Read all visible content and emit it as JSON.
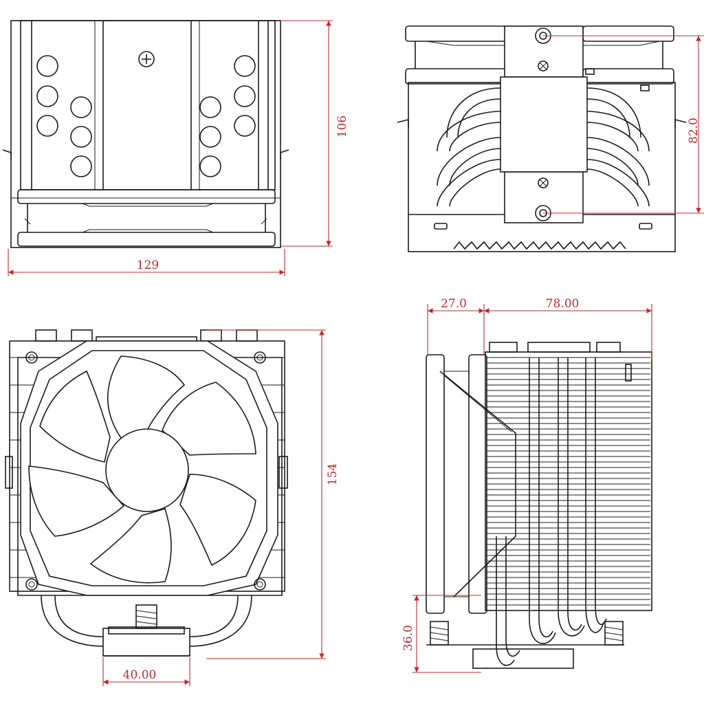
{
  "colors": {
    "line": "#1a1a1a",
    "dimension": "#c0282d",
    "background": "#ffffff"
  },
  "dimensions": {
    "front_width": "129",
    "front_height": "106",
    "side_hole_spacing": "82.0",
    "fan_view_height": "154",
    "base_width": "40.00",
    "fan_offset": "27.0",
    "fin_depth": "78.00",
    "base_height": "36.0"
  }
}
